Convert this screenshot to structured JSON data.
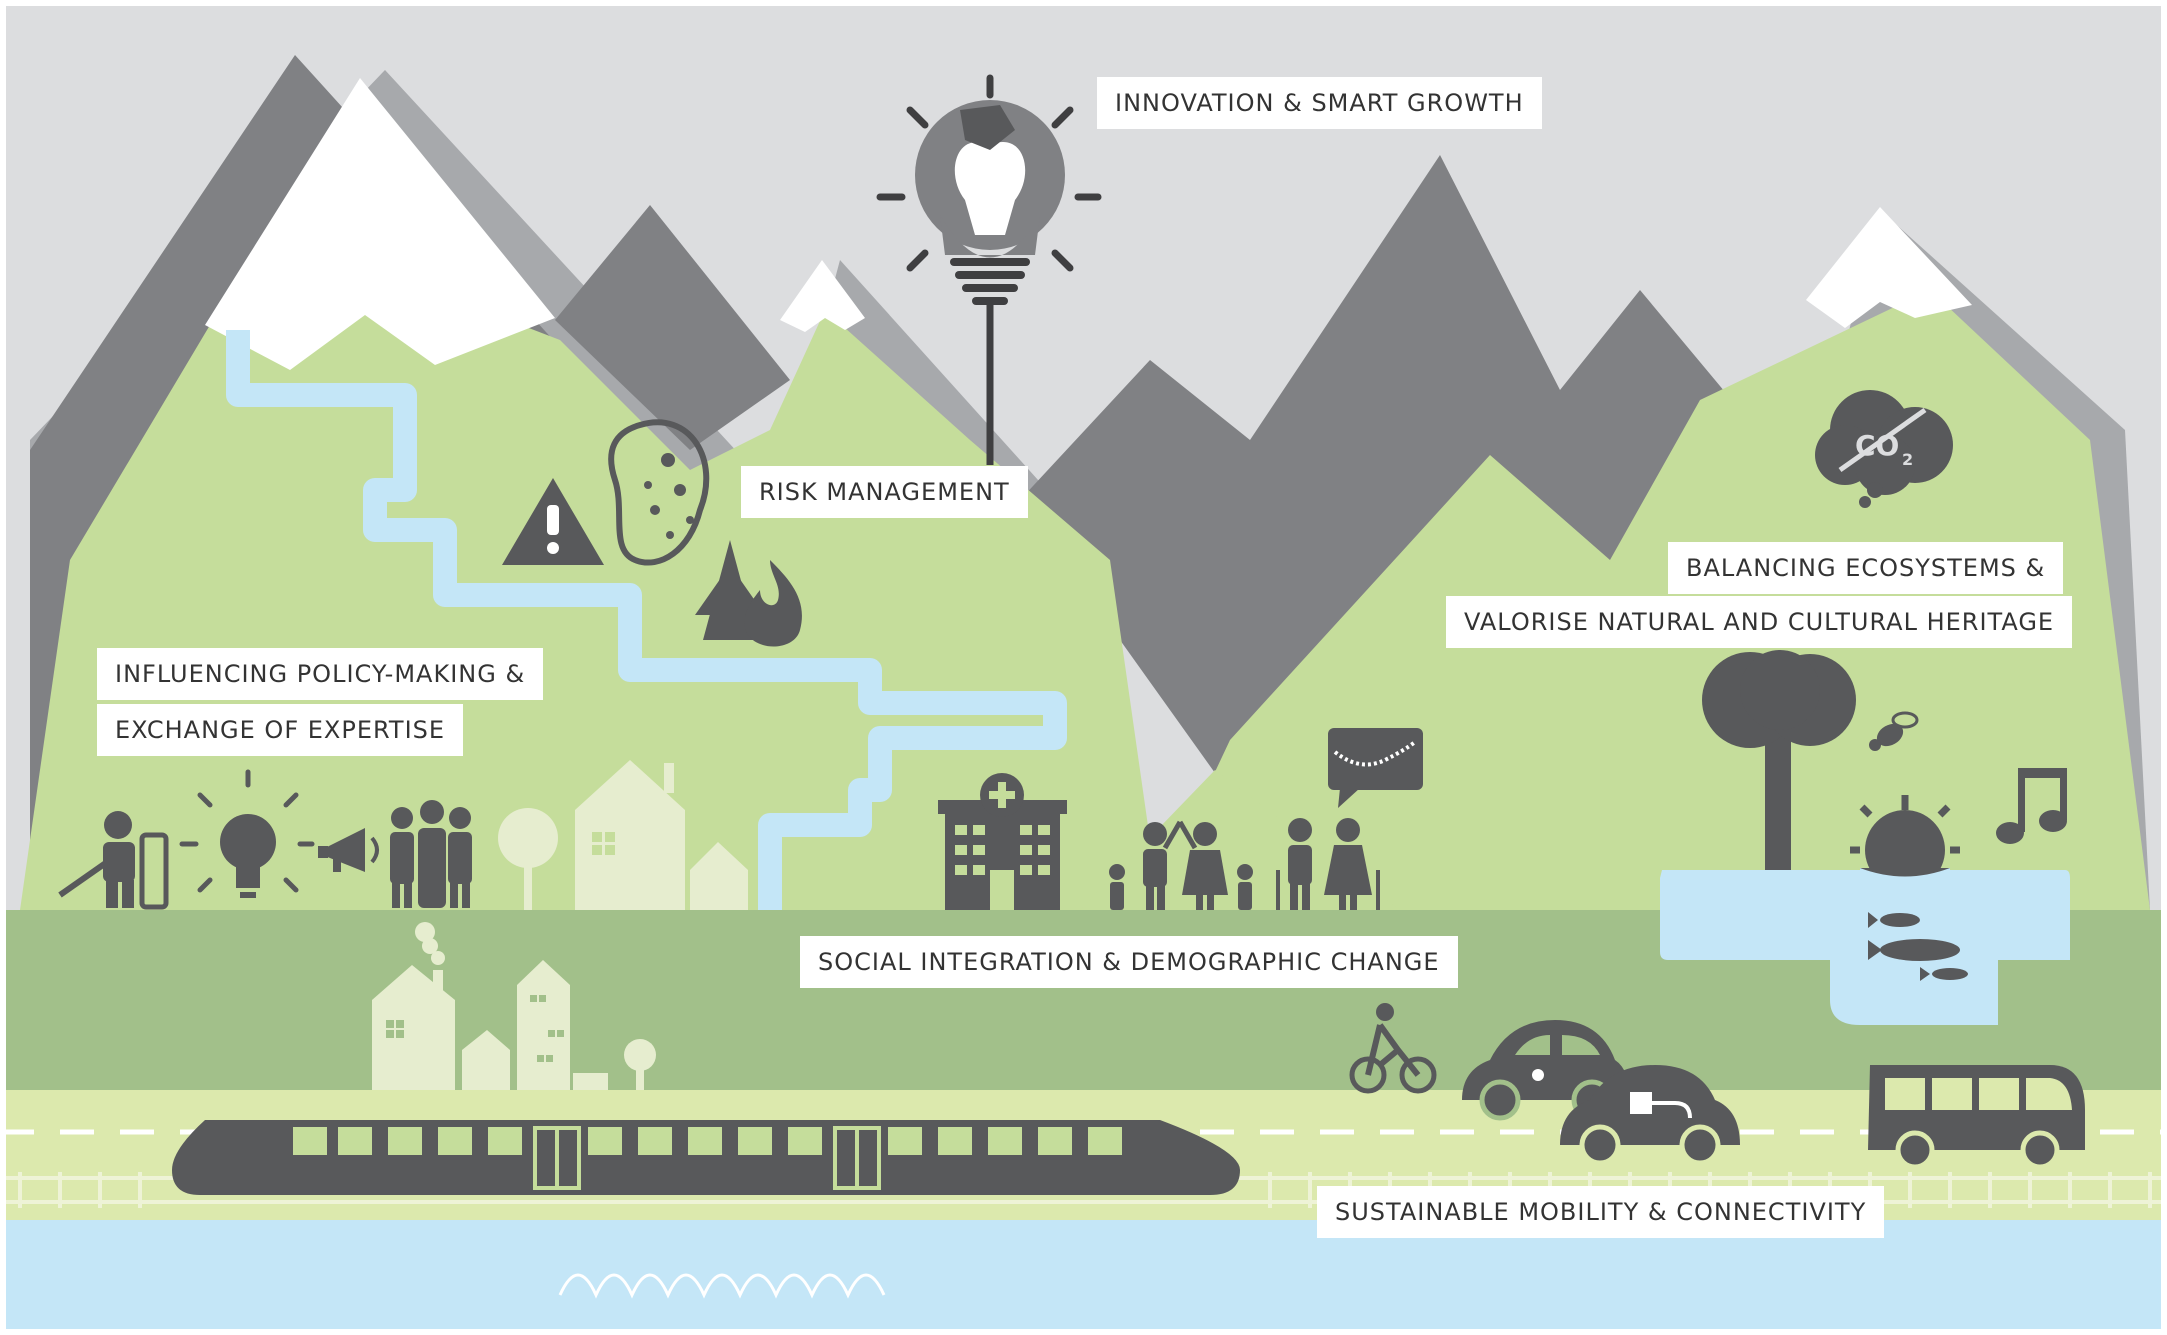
{
  "labels": {
    "innovation": "INNOVATION & SMART GROWTH",
    "risk": "RISK MANAGEMENT",
    "balancing": "BALANCING ECOSYSTEMS &",
    "valorise": "VALORISE NATURAL AND CULTURAL HERITAGE",
    "policy_1": "INFLUENCING POLICY-MAKING &",
    "policy_2": "EXCHANGE OF EXPERTISE",
    "social": "SOCIAL INTEGRATION & DEMOGRAPHIC CHANGE",
    "mobility": "SUSTAINABLE MOBILITY & CONNECTIVITY"
  },
  "co2_text": "CO",
  "co2_sub": "2",
  "colors": {
    "sky": "#dcdddf",
    "mountain_dark": "#808184",
    "mountain_light": "#a7a9ac",
    "snow": "#ffffff",
    "meadow": "#c5dd9b",
    "valley": "#a2c08a",
    "road": "#dce9ad",
    "water": "#c4e6f7",
    "icon": "#58595b",
    "house": "#e6edcf"
  }
}
